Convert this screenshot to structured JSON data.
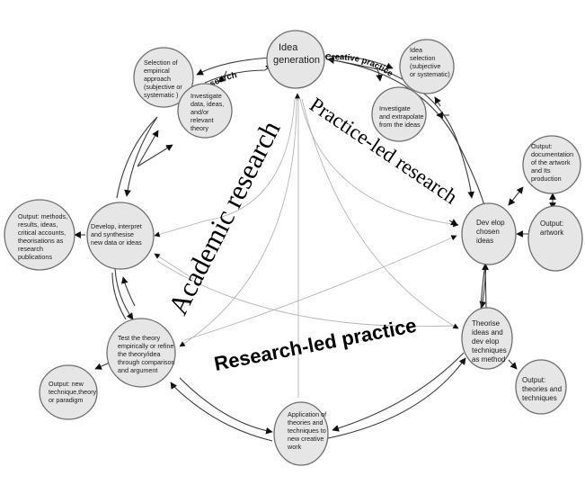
{
  "diagram": {
    "edge_labels": {
      "research": "Research",
      "creative_practice": "Creative practice"
    },
    "themes": {
      "academic_research": "Academic research",
      "practice_led_research": "Practice-led research",
      "research_led_practice": "Research-led practice"
    },
    "nodes": {
      "idea_generation": [
        "Idea",
        "generation"
      ],
      "selection_empirical": [
        "Selection of",
        "empirical",
        "approach",
        "(subjective or",
        "systematic )"
      ],
      "investigate_data": [
        "Investigate",
        "data, ideas,",
        "and/or",
        "relevant",
        "theory"
      ],
      "idea_selection": [
        "Idea",
        "selection",
        "(subjective",
        "or systematic)"
      ],
      "investigate_extrapolate": [
        "Investigate",
        "and extrapolate",
        "from the ideas"
      ],
      "output_documentation": [
        "Output:",
        "documentation",
        "of the artwork",
        "and Its",
        "production"
      ],
      "develop_chosen": [
        "Dev elop",
        "chosen",
        "ideas"
      ],
      "output_artwork": [
        "Output:",
        "artwork"
      ],
      "develop_interpret": [
        "Develop, interpret",
        "and  synthesise",
        "new data or ideas"
      ],
      "output_methods": [
        "Output: methods,",
        "results, ideas,",
        "critical accounts,",
        "theorisations as",
        "research",
        "publications"
      ],
      "test_theory": [
        "Test the theory",
        "empirically or refine",
        " the theory/idea",
        "through comparison",
        "and argument"
      ],
      "output_new_technique": [
        "Output:  new",
        "technique,theory",
        "or paradigm"
      ],
      "theorise_ideas": [
        "Theorise",
        "ideas and",
        "dev elop",
        "techniques",
        "as method"
      ],
      "output_theories": [
        "Output:",
        "theories and",
        "techniques"
      ],
      "application": [
        "Application of",
        "theories and",
        "techniques to",
        "new creative",
        "work"
      ]
    },
    "colors": {
      "node_fill": "#e6e6e6",
      "node_stroke": "#6e6e6e",
      "flow_line": "#3a3a3a",
      "thin_line": "#b5b5b5",
      "text": "#000000"
    }
  }
}
